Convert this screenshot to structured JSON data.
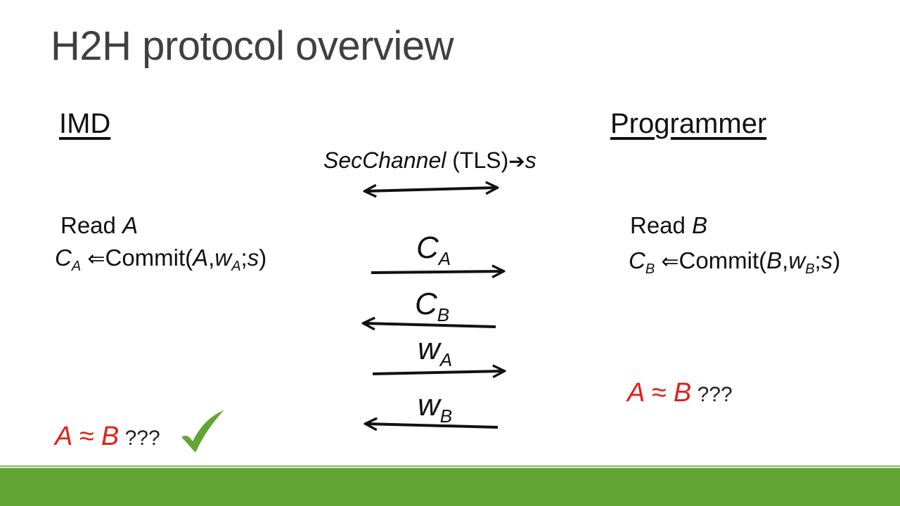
{
  "slide": {
    "title": "H2H protocol overview",
    "left_party": "IMD",
    "right_party": "Programmer",
    "secure_channel": {
      "name": "SecChannel",
      "detail": " (TLS)",
      "arrow": "➔",
      "result": "s"
    },
    "left": {
      "read_prefix": "Read ",
      "read_var": "A",
      "commit_var": "C",
      "commit_sub": "A",
      "arrow": "⇐",
      "commit_fn": "Commit(",
      "commit_a": "A",
      "commit_comma": ",",
      "commit_w": "w",
      "commit_wsub": "A",
      "commit_sep": ";",
      "commit_s": "s",
      "commit_close": ")"
    },
    "right": {
      "read_prefix": "Read ",
      "read_var": "B",
      "commit_var": "C",
      "commit_sub": "B",
      "arrow": "⇐",
      "commit_fn": "Commit(",
      "commit_a": "B",
      "commit_comma": ",",
      "commit_w": "w",
      "commit_wsub": "B",
      "commit_sep": ";",
      "commit_s": "s",
      "commit_close": ")"
    },
    "messages": [
      {
        "base": "C",
        "sub": "A",
        "direction": "right"
      },
      {
        "base": "C",
        "sub": "B",
        "direction": "left"
      },
      {
        "base": "w",
        "sub": "A",
        "direction": "right"
      },
      {
        "base": "w",
        "sub": "B",
        "direction": "left"
      }
    ],
    "check_left": {
      "expr": "A ≈ B",
      "rest": " ???"
    },
    "check_right": {
      "expr": "A ≈ B",
      "rest": " ???"
    },
    "checkmark_icon": "check-mark-icon",
    "colors": {
      "title": "#404040",
      "red": "#e0201b",
      "check": "#62a534",
      "footer": "#62a534"
    }
  }
}
